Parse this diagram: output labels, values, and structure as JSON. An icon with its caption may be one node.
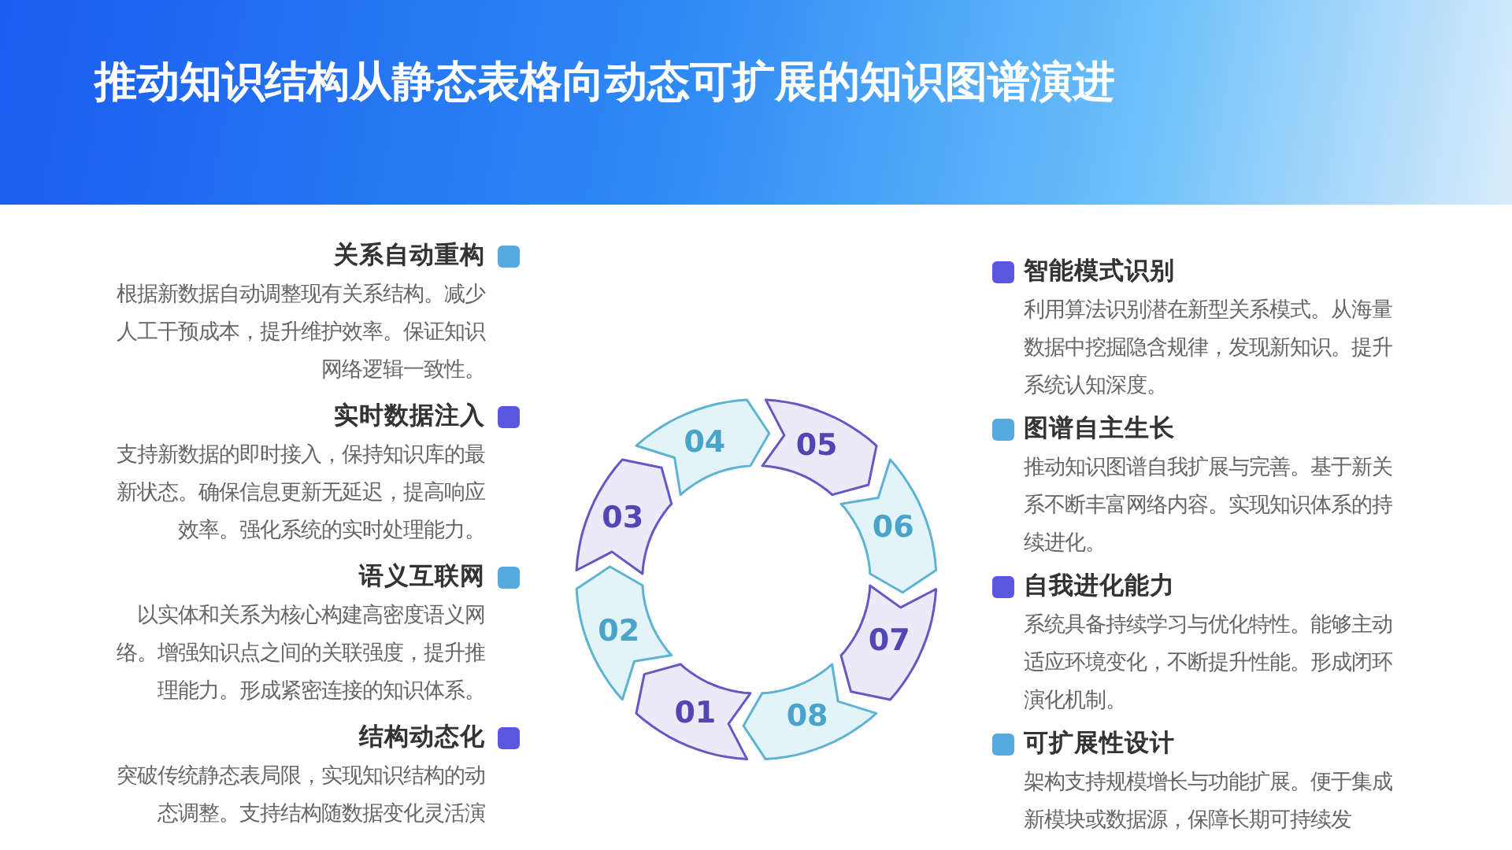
{
  "diagram": {
    "title": "推动知识结构从静态表格向动态可扩展的知识图谱演进",
    "nodes": [
      {
        "text": [
          "01"
        ]
      },
      {
        "text": [
          "02"
        ]
      },
      {
        "text": [
          "03"
        ]
      },
      {
        "text": [
          "04"
        ]
      },
      {
        "text": [
          "05"
        ]
      },
      {
        "text": [
          "06"
        ]
      },
      {
        "text": [
          "07"
        ]
      },
      {
        "text": [
          "08"
        ]
      }
    ],
    "labels": [
      "关系自动重构",
      "根据新数据自动调整现有关系结构。减少人工干预成本，提升维护效率。保证知识网络逻辑一致性。",
      "实时数据注入",
      "支持新数据的即时接入，保持知识库的最新状态。确保信息更新无延迟，提高响应效率。强化系统的实时处理能力。",
      "语义互联网",
      "以实体和关系为核心构建高密度语义网络。增强知识点之间的关联强度，提升推理能力。形成紧密连接的知识体系。",
      "结构动态化",
      "突破传统静态表局限，实现知识结构的动态调整。支持结构随数据变化灵活演",
      "智能模式识别",
      "利用算法识别潜在新型关系模式。从海量数据中挖掘隐含规律，发现新知识。提升系统认知深度。",
      "图谱自主生长",
      "推动知识图谱自我扩展与完善。基于新关系不断丰富网络内容。实现知识体系的持续进化。",
      "自我进化能力",
      "系统具备持续学习与优化特性。能够主动适应环境变化，不断提升性能。形成闭环演化机制。",
      "可扩展性设计",
      "架构支持规模增长与功能扩展。便于集成新模块或数据源，保障长期可持续发"
    ]
  }
}
